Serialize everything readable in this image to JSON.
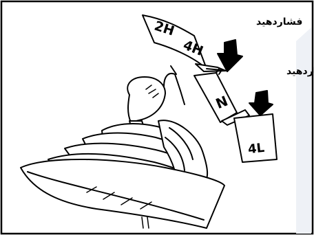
{
  "figure": {
    "callouts": [
      {
        "text": "فشاردهید",
        "target": "4H to N"
      },
      {
        "text": "فشاردهید",
        "target": "N to 4L"
      }
    ],
    "positions": [
      "2H",
      "4H",
      "N",
      "4L"
    ],
    "colors": {
      "ink": "#000000",
      "paper": "#ffffff",
      "bevel": "#eef1f6"
    }
  }
}
